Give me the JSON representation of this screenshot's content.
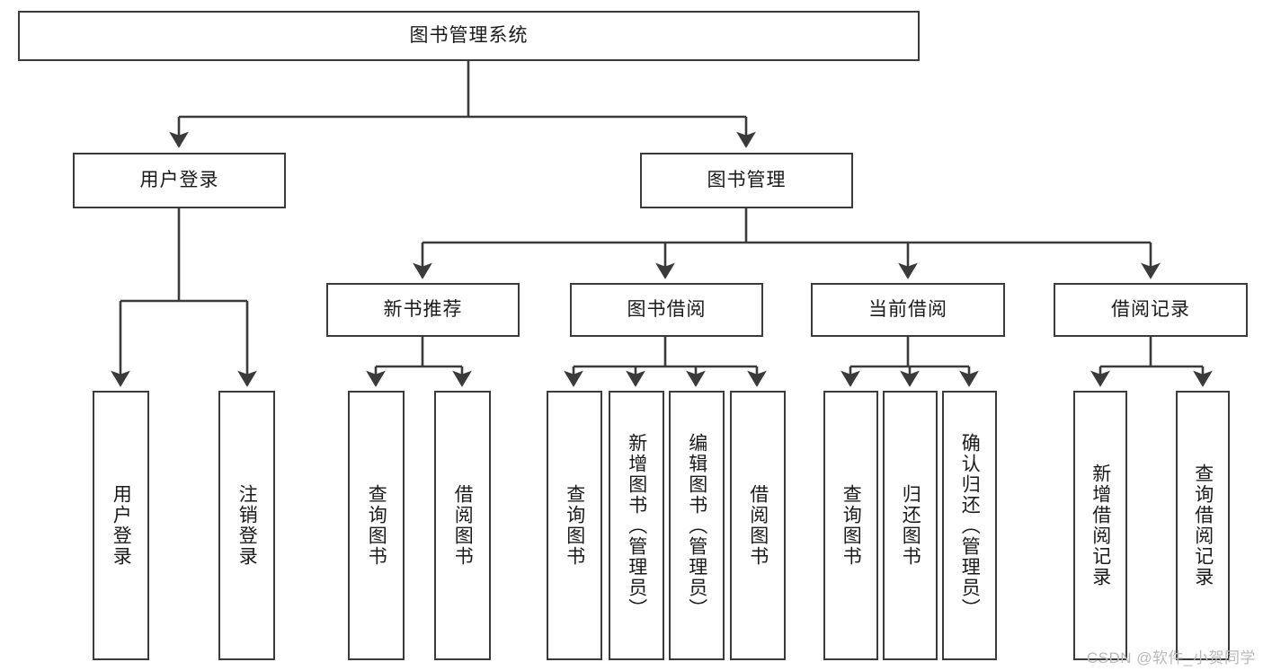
{
  "diagram": {
    "title": "图书管理系统",
    "type": "tree-hierarchy",
    "stroke_color": "#3a3a3a",
    "fill_color": "#ffffff",
    "text_color": "#1a1a1a"
  },
  "nodes": {
    "root": {
      "label": "图书管理系统",
      "orientation": "horizontal"
    },
    "level2": [
      {
        "id": "user-login",
        "label": "用户登录",
        "orientation": "horizontal"
      },
      {
        "id": "book-manage",
        "label": "图书管理",
        "orientation": "horizontal"
      }
    ],
    "level3": [
      {
        "id": "new-book-recommend",
        "label": "新书推荐",
        "orientation": "horizontal"
      },
      {
        "id": "book-borrow",
        "label": "图书借阅",
        "orientation": "horizontal"
      },
      {
        "id": "current-borrow",
        "label": "当前借阅",
        "orientation": "horizontal"
      },
      {
        "id": "borrow-record",
        "label": "借阅记录",
        "orientation": "horizontal"
      }
    ],
    "leaves": [
      {
        "id": "leaf-user-login",
        "label": "用户登录",
        "parent": "user-login",
        "orientation": "vertical"
      },
      {
        "id": "leaf-logout-login",
        "label": "注销登录",
        "parent": "user-login",
        "orientation": "vertical"
      },
      {
        "id": "leaf-query-book-1",
        "label": "查询图书",
        "parent": "new-book-recommend",
        "orientation": "vertical"
      },
      {
        "id": "leaf-borrow-book-1",
        "label": "借阅图书",
        "parent": "new-book-recommend",
        "orientation": "vertical"
      },
      {
        "id": "leaf-query-book-2",
        "label": "查询图书",
        "parent": "book-borrow",
        "orientation": "vertical"
      },
      {
        "id": "leaf-add-book",
        "label": "新增图书（管理员）",
        "parent": "book-borrow",
        "orientation": "vertical"
      },
      {
        "id": "leaf-edit-book",
        "label": "编辑图书（管理员）",
        "parent": "book-borrow",
        "orientation": "vertical"
      },
      {
        "id": "leaf-borrow-book-2",
        "label": "借阅图书",
        "parent": "book-borrow",
        "orientation": "vertical"
      },
      {
        "id": "leaf-query-book-3",
        "label": "查询图书",
        "parent": "current-borrow",
        "orientation": "vertical"
      },
      {
        "id": "leaf-return-book",
        "label": "归还图书",
        "parent": "current-borrow",
        "orientation": "vertical"
      },
      {
        "id": "leaf-confirm-return",
        "label": "确认归还（管理员）",
        "parent": "current-borrow",
        "orientation": "vertical"
      },
      {
        "id": "leaf-add-record",
        "label": "新增借阅记录",
        "parent": "borrow-record",
        "orientation": "vertical"
      },
      {
        "id": "leaf-query-record",
        "label": "查询借阅记录",
        "parent": "borrow-record",
        "orientation": "vertical"
      }
    ]
  },
  "watermark": {
    "text": "CSDN @软件_小贺同学"
  }
}
